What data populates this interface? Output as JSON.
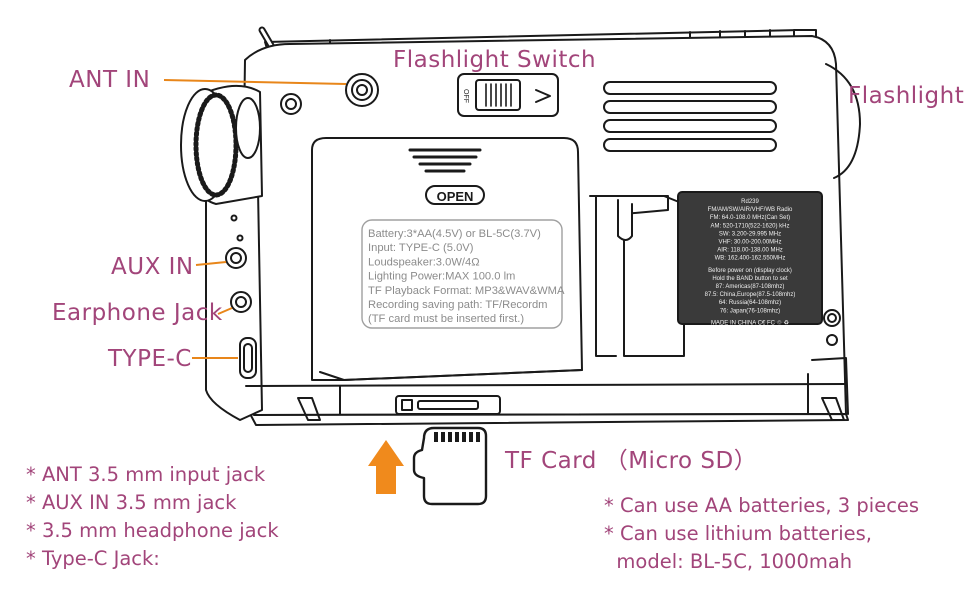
{
  "labels": {
    "ant_in": "ANT IN",
    "flashlight_switch": "Flashlight Switch",
    "flashlight": "Flashlight",
    "aux_in": "AUX IN",
    "earphone_jack": "Earphone Jack",
    "type_c": "TYPE-C",
    "tf_card": "TF Card （Micro SD）"
  },
  "device": {
    "switch_off_text": "OFF",
    "open_text": "OPEN",
    "battery_info": [
      "Battery:3*AA(4.5V) or BL-5C(3.7V)",
      "Input: TYPE-C (5.0V)",
      "Loudspeaker:3.0W/4Ω",
      "Lighting Power:MAX 100.0 lm",
      "TF Playback Format: MP3&WAV&WMA",
      "Recording saving path: TF/Recordm",
      "(TF card must be inserted first.)"
    ],
    "spec_plate": [
      "Rd239",
      "FM/AM/SW/AIR/VHF/WB Radio",
      "FM: 64.0-108.0 MHz(Can Set)",
      "AM: 520-1710(522-1620) kHz",
      "SW: 3.200-29.995 MHz",
      "VHF: 30.00-200.00MHz",
      "AIR: 118.00-138.00 MHz",
      "WB: 162.400-162.550MHz",
      "Before power on (display clock)",
      "Hold the BAND button to set",
      "87: Americas(87-108mhz)",
      "87.5: China,Europe(87.5-108mhz)",
      "64: Russia(64-108mhz)",
      "76: Japan(76-108mhz)",
      "MADE IN CHINA  C€ FC ♲ ♻"
    ]
  },
  "notes_left": [
    "* ANT 3.5 mm input jack",
    "* AUX IN 3.5 mm jack",
    "* 3.5 mm headphone jack",
    "* Type-C Jack:"
  ],
  "notes_right": [
    "* Can use AA batteries, 3 pieces",
    "* Can use lithium batteries,",
    "  model: BL-5C, 1000mah"
  ],
  "colors": {
    "label": "#a2457a",
    "leader_line": "#e8861a",
    "arrow": "#f08a1c",
    "outline": "#1a1a1a",
    "plate": "#3a3a3a",
    "battery_text": "#8c8c8c"
  }
}
